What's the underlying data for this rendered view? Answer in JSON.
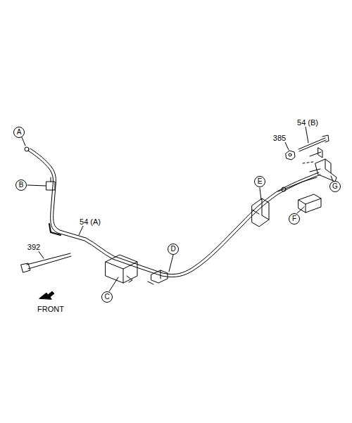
{
  "diagram": {
    "nodes": [
      {
        "text": [
          "A"
        ]
      },
      {
        "text": [
          "B"
        ]
      },
      {
        "text": [
          "C"
        ]
      },
      {
        "text": [
          "D"
        ]
      },
      {
        "text": [
          "E"
        ]
      },
      {
        "text": [
          "F"
        ]
      },
      {
        "text": [
          "G"
        ]
      }
    ],
    "labels": [
      "54 (A)",
      "54 (B)",
      "385",
      "392",
      "FRONT"
    ]
  }
}
